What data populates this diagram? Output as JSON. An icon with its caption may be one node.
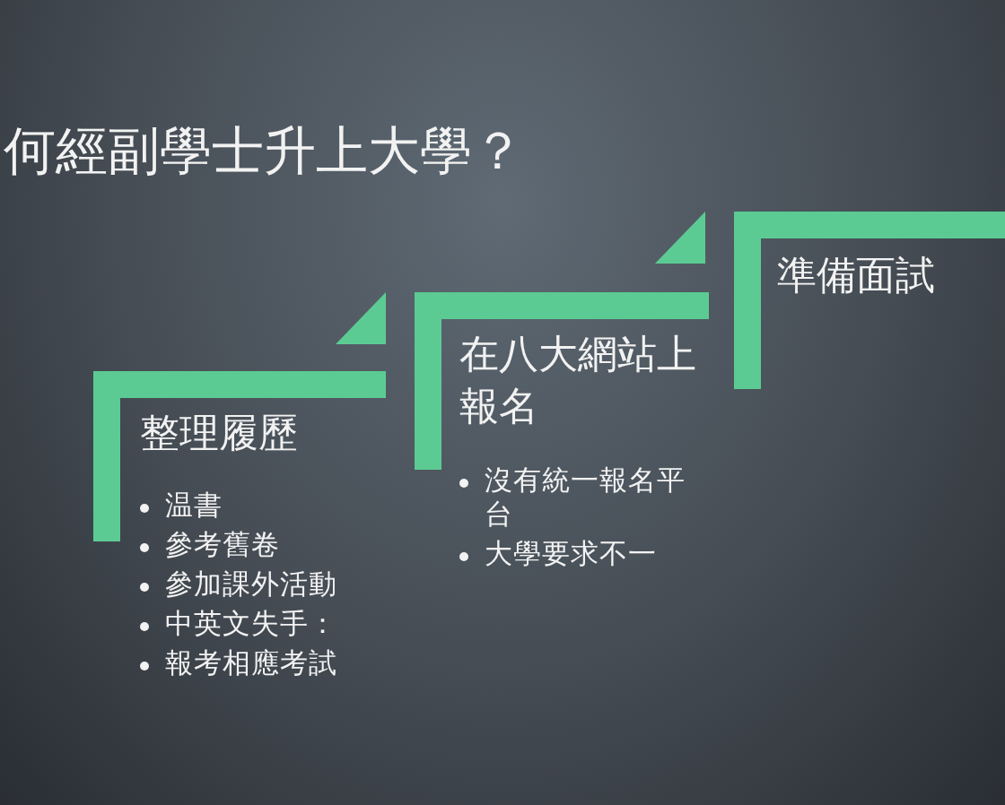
{
  "diagram": {
    "title": "何經副學士升上大學？",
    "nodes": [
      {
        "text": [
          "整理履歷",
          "温書",
          "參考舊卷",
          "參加課外活動",
          "中英文失手：",
          "報考相應考試"
        ]
      },
      {
        "text": [
          "在八大網站上報名",
          "沒有統一報名平台",
          "大學要求不一"
        ]
      },
      {
        "text": [
          "準備面試"
        ]
      }
    ]
  }
}
